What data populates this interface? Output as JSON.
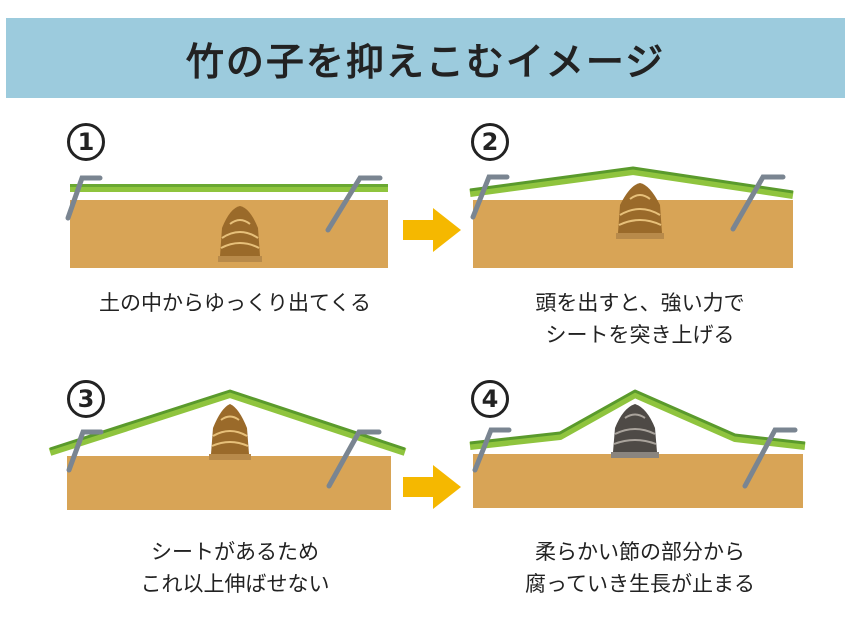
{
  "header": {
    "title": "竹の子を抑えこむイメージ"
  },
  "colors": {
    "header_bg": "#9ccbdd",
    "soil": "#d8a456",
    "sheet_green": "#8fc43e",
    "sheet_dark": "#5a9a2c",
    "stake": "#7a8591",
    "arrow": "#f5b800",
    "shoot": "#9a6a2a"
  },
  "steps": [
    {
      "number": "1",
      "caption_lines": [
        "土の中からゆっくり出てくる"
      ]
    },
    {
      "number": "2",
      "caption_lines": [
        "頭を出すと、強い力で",
        "シートを突き上げる"
      ]
    },
    {
      "number": "3",
      "caption_lines": [
        "シートがあるため",
        "これ以上伸ばせない"
      ]
    },
    {
      "number": "4",
      "caption_lines": [
        "柔らかい節の部分から",
        "腐っていき生長が止まる"
      ]
    }
  ]
}
